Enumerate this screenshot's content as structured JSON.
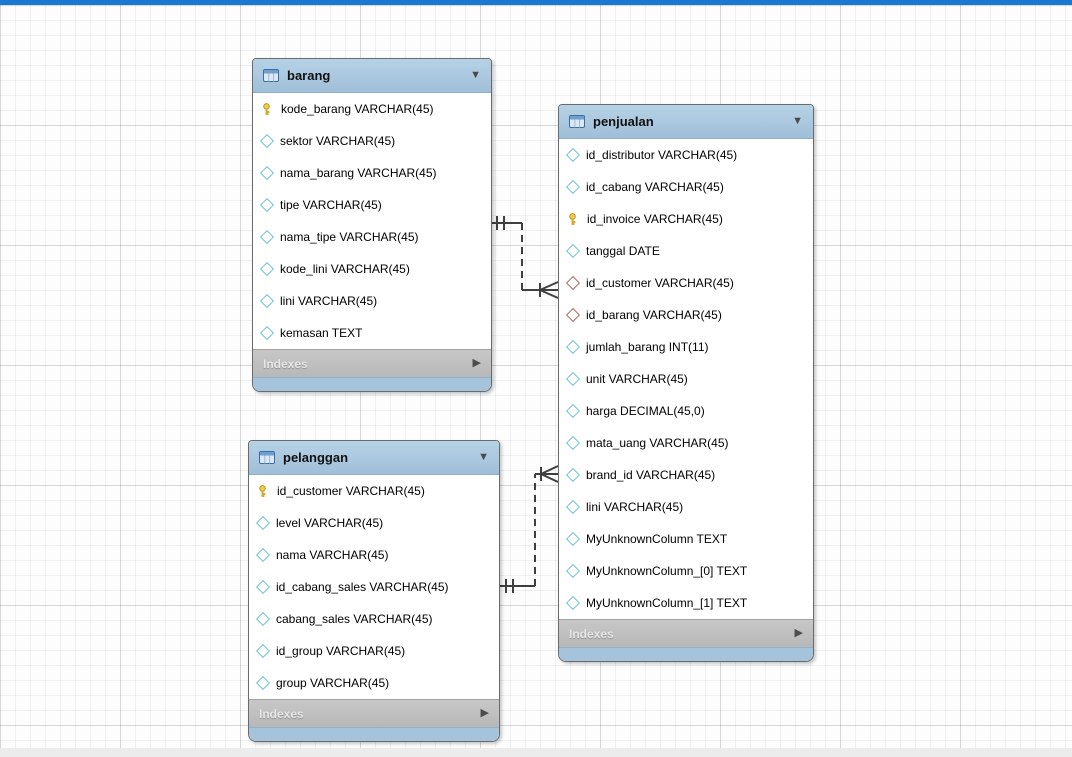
{
  "canvas": {
    "top_bar_color": "#1878d2",
    "grid": "light-gray-15px",
    "colors": {
      "table_header": "#a9c7df",
      "table_footer_bar": "#a5c3da",
      "indexes_bar": "#c0c0c0",
      "primary_key_icon": "#f0cf45",
      "column_icon": "#6fc7cd",
      "foreign_key_icon": "#ad6d68",
      "relationship_line": "#3f3f3f"
    }
  },
  "icons": {
    "collapse_arrow": "▼",
    "indexes_arrow": "▶"
  },
  "tables": [
    {
      "name": "barang",
      "footer": "Indexes",
      "columns": [
        {
          "name": "kode_barang",
          "type": "VARCHAR(45)",
          "key": "primary"
        },
        {
          "name": "sektor",
          "type": "VARCHAR(45)",
          "key": "none"
        },
        {
          "name": "nama_barang",
          "type": "VARCHAR(45)",
          "key": "none"
        },
        {
          "name": "tipe",
          "type": "VARCHAR(45)",
          "key": "none"
        },
        {
          "name": "nama_tipe",
          "type": "VARCHAR(45)",
          "key": "none"
        },
        {
          "name": "kode_lini",
          "type": "VARCHAR(45)",
          "key": "none"
        },
        {
          "name": "lini",
          "type": "VARCHAR(45)",
          "key": "none"
        },
        {
          "name": "kemasan",
          "type": "TEXT",
          "key": "none"
        }
      ]
    },
    {
      "name": "penjualan",
      "footer": "Indexes",
      "columns": [
        {
          "name": "id_distributor",
          "type": "VARCHAR(45)",
          "key": "none"
        },
        {
          "name": "id_cabang",
          "type": "VARCHAR(45)",
          "key": "none"
        },
        {
          "name": "id_invoice",
          "type": "VARCHAR(45)",
          "key": "primary"
        },
        {
          "name": "tanggal",
          "type": "DATE",
          "key": "none"
        },
        {
          "name": "id_customer",
          "type": "VARCHAR(45)",
          "key": "foreign"
        },
        {
          "name": "id_barang",
          "type": "VARCHAR(45)",
          "key": "foreign"
        },
        {
          "name": "jumlah_barang",
          "type": "INT(11)",
          "key": "none"
        },
        {
          "name": "unit",
          "type": "VARCHAR(45)",
          "key": "none"
        },
        {
          "name": "harga",
          "type": "DECIMAL(45,0)",
          "key": "none"
        },
        {
          "name": "mata_uang",
          "type": "VARCHAR(45)",
          "key": "none"
        },
        {
          "name": "brand_id",
          "type": "VARCHAR(45)",
          "key": "none"
        },
        {
          "name": "lini",
          "type": "VARCHAR(45)",
          "key": "none"
        },
        {
          "name": "MyUnknownColumn",
          "type": "TEXT",
          "key": "none"
        },
        {
          "name": "MyUnknownColumn_[0]",
          "type": "TEXT",
          "key": "none"
        },
        {
          "name": "MyUnknownColumn_[1]",
          "type": "TEXT",
          "key": "none"
        }
      ]
    },
    {
      "name": "pelanggan",
      "footer": "Indexes",
      "columns": [
        {
          "name": "id_customer",
          "type": "VARCHAR(45)",
          "key": "primary"
        },
        {
          "name": "level",
          "type": "VARCHAR(45)",
          "key": "none"
        },
        {
          "name": "nama",
          "type": "VARCHAR(45)",
          "key": "none"
        },
        {
          "name": "id_cabang_sales",
          "type": "VARCHAR(45)",
          "key": "none"
        },
        {
          "name": "cabang_sales",
          "type": "VARCHAR(45)",
          "key": "none"
        },
        {
          "name": "id_group",
          "type": "VARCHAR(45)",
          "key": "none"
        },
        {
          "name": "group",
          "type": "VARCHAR(45)",
          "key": "none"
        }
      ]
    }
  ],
  "relationships": [
    {
      "from": "barang",
      "to": "penjualan",
      "cardinality": "one-to-many",
      "line_style": "dashed",
      "one_end": "mandatory-one-ticks",
      "many_end": "crow-foot"
    },
    {
      "from": "pelanggan",
      "to": "penjualan",
      "cardinality": "one-to-many",
      "line_style": "dashed",
      "one_end": "mandatory-one-ticks",
      "many_end": "crow-foot"
    }
  ]
}
